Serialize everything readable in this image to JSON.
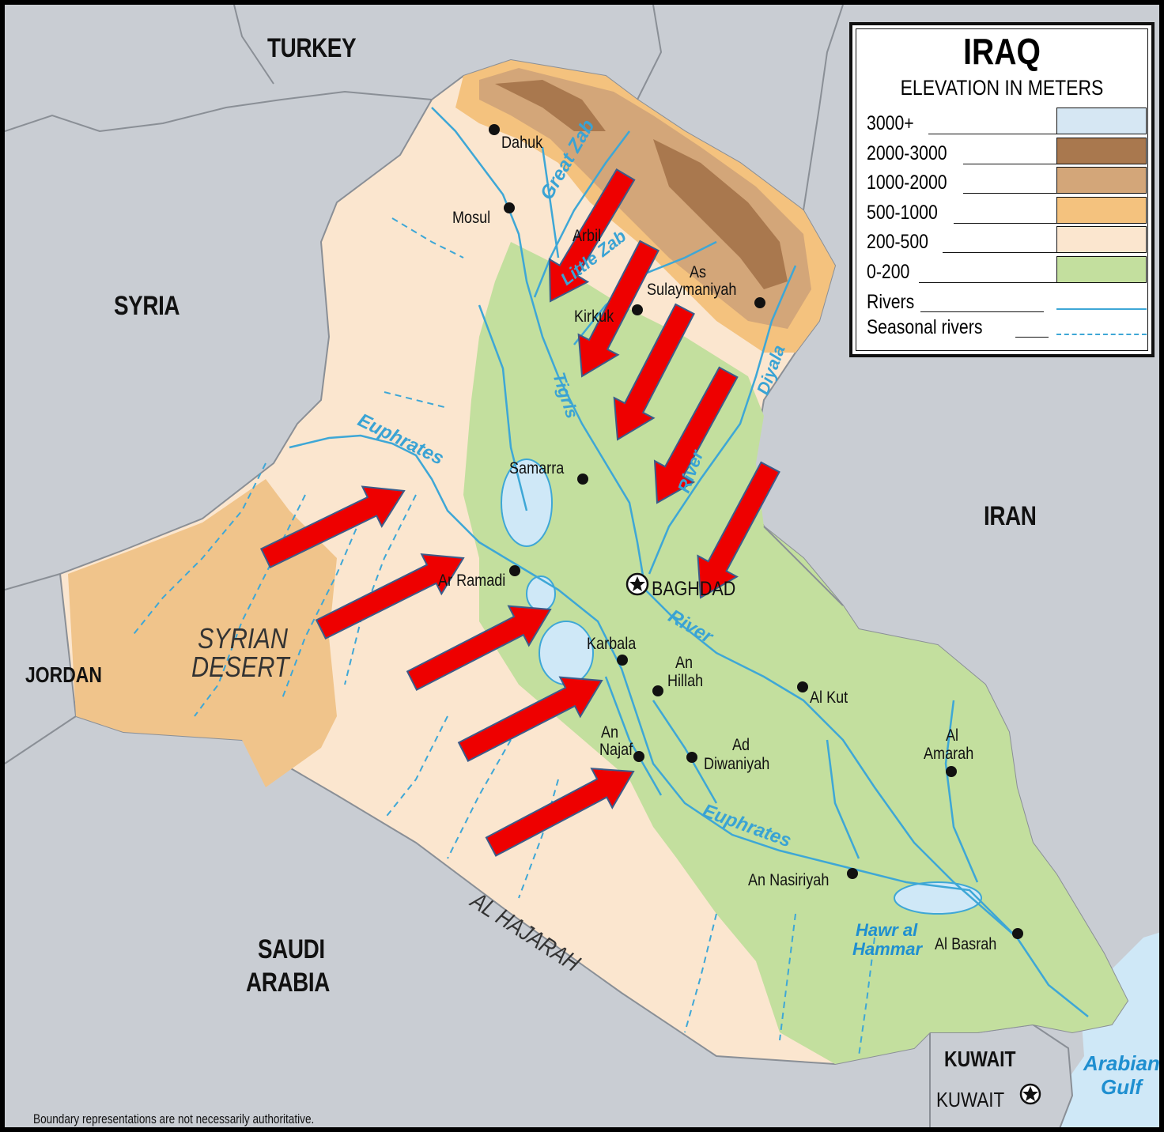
{
  "legend": {
    "title": "IRAQ",
    "subtitle": "ELEVATION IN METERS",
    "bands": [
      {
        "label": "3000+",
        "color": "#d6e7f3"
      },
      {
        "label": "2000-3000",
        "color": "#a9784e"
      },
      {
        "label": "1000-2000",
        "color": "#d3a679"
      },
      {
        "label": "500-1000",
        "color": "#f4c27e"
      },
      {
        "label": "200-500",
        "color": "#fbe6cf"
      },
      {
        "label": "0-200",
        "color": "#c3df9e"
      }
    ],
    "rivers_label": "Rivers",
    "seasonal_label": "Seasonal rivers",
    "river_color": "#3ea7d6"
  },
  "countries": {
    "turkey": "TURKEY",
    "syria": "SYRIA",
    "iran": "IRAN",
    "jordan": "JORDAN",
    "saudi_line1": "SAUDI",
    "saudi_line2": "ARABIA",
    "kuwait": "KUWAIT"
  },
  "cities": {
    "dahuk": "Dahuk",
    "mosul": "Mosul",
    "arbil": "Arbil",
    "as_sulaymaniyah_1": "As",
    "as_sulaymaniyah_2": "Sulaymaniyah",
    "kirkuk": "Kirkuk",
    "samarra": "Samarra",
    "ar_ramadi": "Ar Ramadi",
    "baghdad": "BAGHDAD",
    "karbala": "Karbala",
    "an_hillah_1": "An",
    "an_hillah_2": "Hillah",
    "al_kut": "Al Kut",
    "al_amarah_1": "Al",
    "al_amarah_2": "Amarah",
    "an_najaf_1": "An",
    "an_najaf_2": "Najaf",
    "ad_diwaniyah_1": "Ad",
    "ad_diwaniyah_2": "Diwaniyah",
    "an_nasiriyah": "An Nasiriyah",
    "al_basrah": "Al Basrah",
    "kuwait_city": "KUWAIT"
  },
  "regions": {
    "syrian_desert_1": "SYRIAN",
    "syrian_desert_2": "DESERT",
    "al_hajarah": "AL HAJARAH"
  },
  "rivers": {
    "great_zab": "Great Zab",
    "little_zab": "Little Zab",
    "tigris": "Tigris",
    "diyala": "Diyala",
    "euphrates_north": "Euphrates",
    "euphrates_south": "Euphrates",
    "river_label_1": "River",
    "river_label_2": "River"
  },
  "water": {
    "hawr_1": "Hawr al",
    "hawr_2": "Hammar",
    "gulf_1": "Arabian",
    "gulf_2": "Gulf"
  },
  "arrow_color": "#ee0000",
  "footnote": "Boundary representations are not necessarily authoritative."
}
